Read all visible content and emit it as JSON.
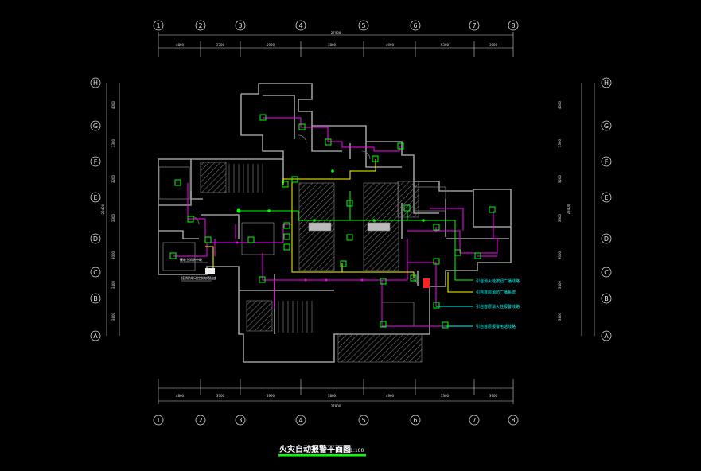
{
  "drawing": {
    "title": "火灾自动报警平面图",
    "scale": "1:100",
    "axes_top": [
      "1",
      "2",
      "3",
      "4",
      "5",
      "6",
      "7",
      "8"
    ],
    "axes_side": [
      "H",
      "G",
      "F",
      "E",
      "D",
      "C",
      "B",
      "A"
    ],
    "dims_top": [
      "4800",
      "3700",
      "5900",
      "3800",
      "4900",
      "5300",
      "3900"
    ],
    "total_top": "27900",
    "dims_side": [
      "4000",
      "3300",
      "3200",
      "3300",
      "3000",
      "3400",
      "3800"
    ],
    "total_side": "23400",
    "notes_right": [
      "引自消火栓按钮广播线路",
      "引自首层消防广播系统",
      "引自首层消火栓报警线路",
      "引自首层报警电话线路"
    ],
    "notes_left": [
      "接收主消防中继",
      "接消防联动控制电话插座"
    ],
    "colors": {
      "device": "#00ff00",
      "wire_magenta": "#ff00ff",
      "wire_yellow": "#ffff00",
      "wire_green": "#00ff00",
      "note": "#00ffff",
      "wall": "#9a9a9a"
    }
  }
}
